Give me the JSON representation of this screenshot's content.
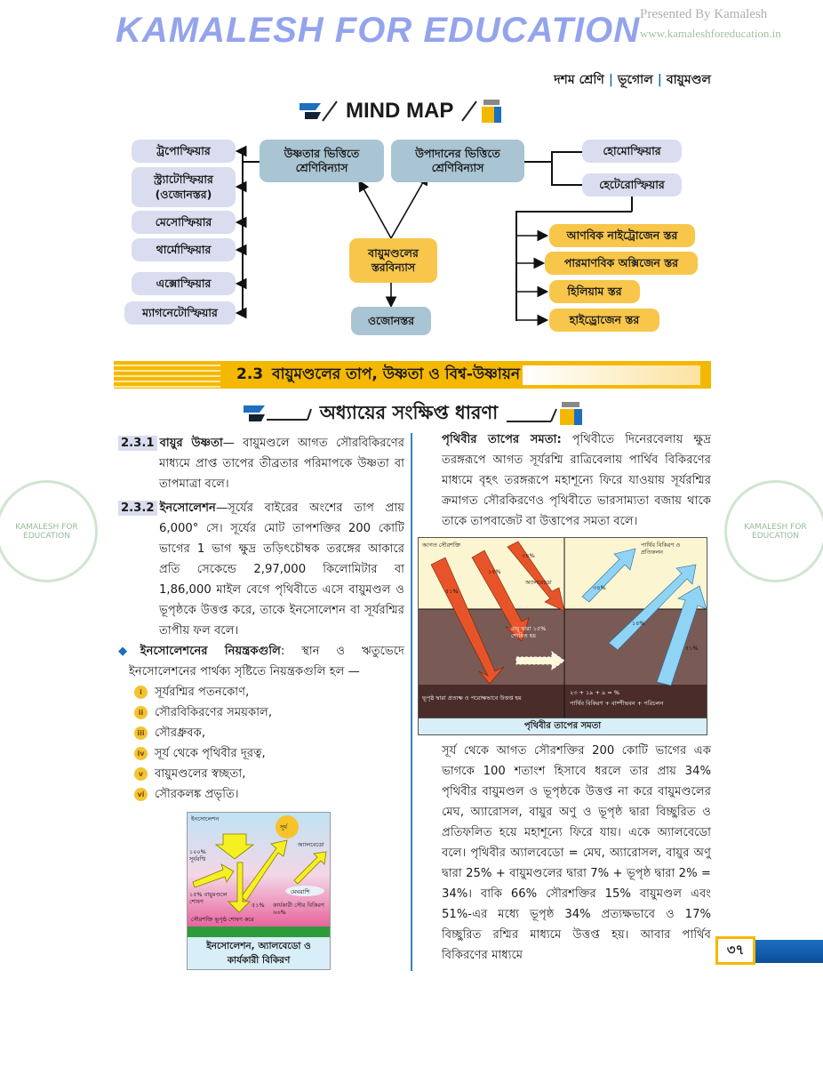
{
  "header": {
    "class": "দশম শ্রেণি",
    "subject": "ভূগোল",
    "chapter": "বায়ুমণ্ডল"
  },
  "mind_map": {
    "title": "MIND MAP",
    "center": "বায়ুমণ্ডলের স্তরবিন্যাস",
    "center_child": "ওজোনস্তর",
    "temp_basis": "উষ্ণতার ভিত্তিতে শ্রেণিবিন্যাস",
    "comp_basis": "উপাদানের ভিত্তিতে শ্রেণিবিন্যাস",
    "temp_layers": [
      "ট্রপোস্ফিয়ার",
      "স্ট্র্যাটোস্ফিয়ার (ওজোনস্তর)",
      "মেসোস্ফিয়ার",
      "থার্মোস্ফিয়ার",
      "এক্সোস্ফিয়ার",
      "ম্যাগনেটোস্ফিয়ার"
    ],
    "comp_layers": [
      "হোমোস্ফিয়ার",
      "হেটেরোস্ফিয়ার"
    ],
    "hetero_layers": [
      "আণবিক নাইট্রোজেন স্তর",
      "পারমাণবিক অক্সিজেন স্তর",
      "হিলিয়াম স্তর",
      "হাইড্রোজেন স্তর"
    ]
  },
  "section": {
    "number": "2.3",
    "title": "বায়ুমণ্ডলের তাপ, উষ্ণতা ও  বিশ্ব-উষ্ণায়ন"
  },
  "summary_heading": "অধ্যায়ের সংক্ষিপ্ত ধারণা",
  "left": {
    "p1_num": "2.3.1",
    "p1_term": "বায়ুর উষ্ণতা",
    "p1_text": "— বায়ুমণ্ডলে আগত সৌরবিকিরণের মাধ্যমে প্রাপ্ত তাপের তীব্রতার পরিমাপকে উষ্ণতা বা তাপমাত্রা বলে।",
    "p2_num": "2.3.2",
    "p2_term": "ইনসোলেশন",
    "p2_text": "—সূর্যের বাইরের অংশের তাপ প্রায় 6,000° সে। সূর্যের মোট তাপশক্তির 200 কোটি ভাগের 1 ভাগ ক্ষুদ্র তড়িৎচৌম্বক তরঙ্গের আকারে প্রতি সেকেন্ডে 2,97,000 কিলোমিটার বা 1,86,000 মাইল বেগে পৃথিবীতে এসে বায়ুমণ্ডল ও ভূপৃষ্ঠকে উত্তপ্ত করে, তাকে ইনসোলেশন বা সূর্যরশ্মির তাপীয় ফল বলে।",
    "p3_term": "ইনসোলেশনের নিয়ন্ত্রকগুলি",
    "p3_text": ": স্থান ও ঋতুভেদে ইনসোলেশনের পার্থক্য সৃষ্টিতে নিয়ন্ত্রকগুলি হল —",
    "factors": [
      {
        "n": "i",
        "t": "সূর্যরশ্মির পতনকোণ,"
      },
      {
        "n": "ii",
        "t": "সৌরবিকিরণের সময়কাল,"
      },
      {
        "n": "iii",
        "t": "সৌরধ্রুবক,"
      },
      {
        "n": "iv",
        "t": "সূর্য থেকে পৃথিবীর দূরত্ব,"
      },
      {
        "n": "v",
        "t": "বায়ুমণ্ডলের স্বচ্ছতা,"
      },
      {
        "n": "vi",
        "t": "সৌরকলঙ্ক প্রভৃতি।"
      }
    ],
    "fig": {
      "caption": "ইনসোলেশন, অ্যালবেডো ও কার্যকারী বিকিরণ",
      "sun": "সূর্য",
      "insolation": "ইনসোলেশন",
      "in100": "১০০% সূর্যরশ্মি",
      "albedo": "অ্যালবেডো",
      "cloud": "মেঘরাশি",
      "effective": "কার্যকারী সৌর বিকিরণ ৬৬%",
      "surface": "সৌরশক্তি ভূপৃষ্ঠ শোষণ করে",
      "p51": "৫১%",
      "p15": "১৫% বায়ুমণ্ডলে শোষণ"
    }
  },
  "right": {
    "p1_term": "পৃথিবীর তাপের সমতা:",
    "p1_text": " পৃথিবীতে দিনেরবেলায় ক্ষুদ্র তরঙ্গরূপে আগত সূর্যরশ্মি রাত্রিবেলায় পার্থিব বিকিরণের মাধ্যমে বৃহৎ তরঙ্গরূপে মহাশূন্যে ফিরে যাওয়ায় সূর্যরশ্মির ক্রমাগত সৌরকিরণেও পৃথিবীতে ভারসাম্যতা বজায় থাকে তাকে তাপবাজেট বা উত্তাপের সমতা বলে।",
    "fig": {
      "caption": "পৃথিবীর তাপের সমতা",
      "incoming": "আগত সৌরশক্তি",
      "p51": "৫১%",
      "p15": "১৫%",
      "p34": "৩৪%",
      "albedo": "অ্যালবেডো",
      "absorbed": "বায়ু দ্বারা ১৫% শোষিত হয়",
      "out34": "৩৪%",
      "out14": "১৪%",
      "out51": "৫১%",
      "terrestrial": "পার্থিব বিকিরণ ও প্রতিফলন",
      "ground": "ভূপৃষ্ঠ দ্বারা প্রত্যক্ষ ও পরোক্ষভাবে উত্তপ্ত হয়",
      "sum": "২৩ + ১৯ + ৯ = %",
      "sum_label": "পার্থিব বিকিরণ + বাষ্পীভবন + পরিচলন"
    },
    "p2_text": "সূর্য থেকে আগত সৌরশক্তির 200 কোটি ভাগের এক ভাগকে 100 শতাংশ হিসাবে ধরলে তার প্রায় 34% পৃথিবীর বায়ুমণ্ডল ও ভূপৃষ্ঠকে উত্তপ্ত না করে বায়ুমণ্ডলের মেঘ, অ্যারোসল, বায়ুর অণু ও ভূপৃষ্ঠ দ্বারা বিচ্ছুরিত ও প্রতিফলিত হয়ে মহাশূন্যে ফিরে যায়। একে অ্যালবেডো বলে। পৃথিবীর অ্যালবেডো = মেঘ, অ্যারোসল, বায়ুর অণু দ্বারা 25% + বায়ুমণ্ডলের দ্বারা 7% + ভূপৃষ্ঠ দ্বারা 2% = 34%। বাকি 66% সৌরশক্তির 15% বায়ুমণ্ডল  এবং 51%-এর মধ্যে ভূপৃষ্ঠ 34% প্রত্যক্ষভাবে ও 17% বিচ্ছুরিত রশ্মির মাধ্যমে উত্তপ্ত হয়। আবার পার্থিব বিকিরণের মাধ্যমে"
  },
  "watermark": {
    "main": "KAMALESH FOR EDUCATION",
    "presented": "Presented By Kamalesh",
    "site": "www.kamaleshforeducation.in",
    "logo": "KAMALESH FOR EDUCATION"
  },
  "page_number": "৩৭",
  "colors": {
    "accent_yellow": "#f5b800",
    "blue": "#1d6fc0",
    "lavender": "#d9ddef",
    "teal": "#a9c4d2"
  }
}
